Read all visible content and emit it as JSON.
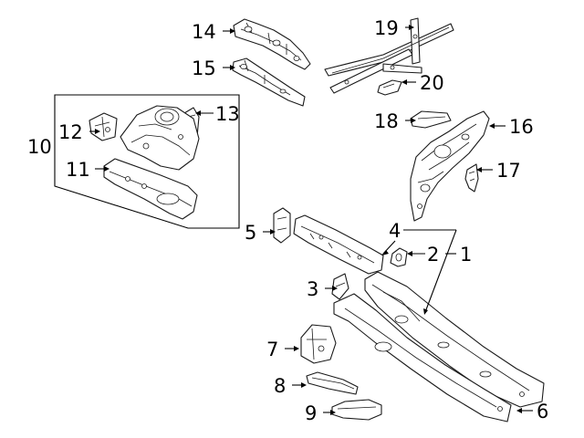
{
  "diagram": {
    "callouts": [
      {
        "id": 1,
        "label": "1"
      },
      {
        "id": 2,
        "label": "2"
      },
      {
        "id": 3,
        "label": "3"
      },
      {
        "id": 4,
        "label": "4"
      },
      {
        "id": 5,
        "label": "5"
      },
      {
        "id": 6,
        "label": "6"
      },
      {
        "id": 7,
        "label": "7"
      },
      {
        "id": 8,
        "label": "8"
      },
      {
        "id": 9,
        "label": "9"
      },
      {
        "id": 10,
        "label": "10"
      },
      {
        "id": 11,
        "label": "11"
      },
      {
        "id": 12,
        "label": "12"
      },
      {
        "id": 13,
        "label": "13"
      },
      {
        "id": 14,
        "label": "14"
      },
      {
        "id": 15,
        "label": "15"
      },
      {
        "id": 16,
        "label": "16"
      },
      {
        "id": 17,
        "label": "17"
      },
      {
        "id": 18,
        "label": "18"
      },
      {
        "id": 19,
        "label": "19"
      },
      {
        "id": 20,
        "label": "20"
      }
    ]
  }
}
